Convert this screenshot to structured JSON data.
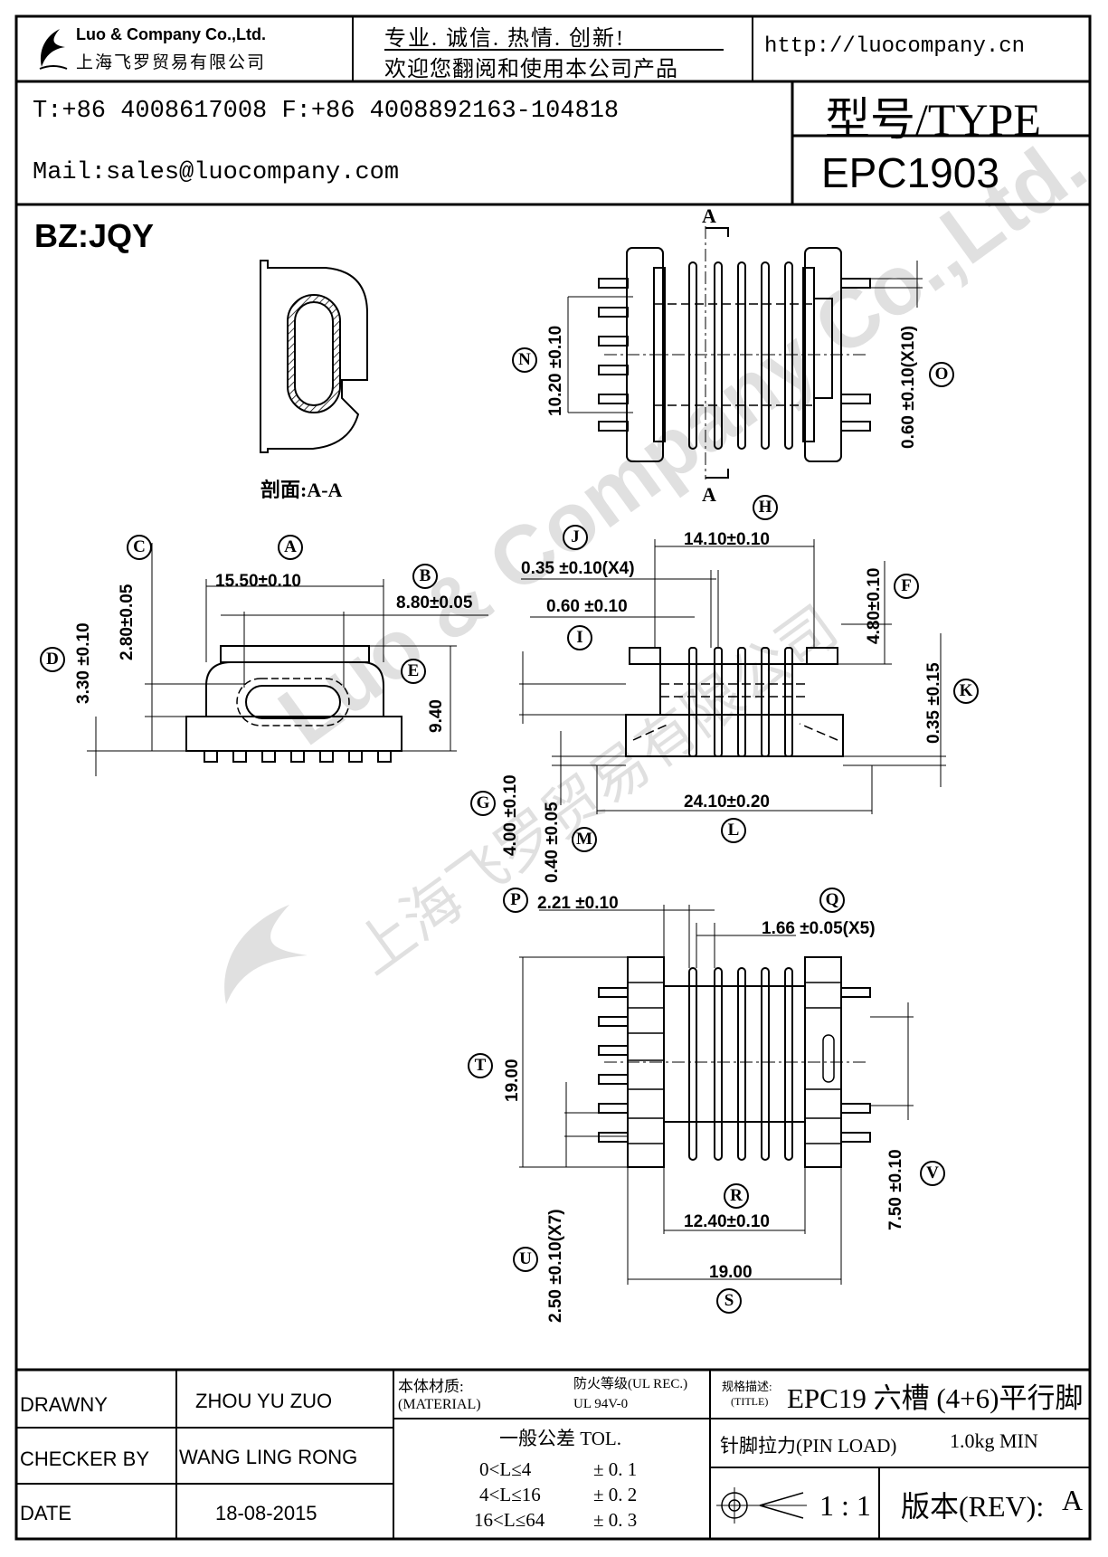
{
  "header": {
    "company_en": "Luo & Company Co.,Ltd.",
    "company_cn": "上海飞罗贸易有限公司",
    "slogan_line1": "专业. 诚信. 热情. 创新!",
    "slogan_line2": "欢迎您翻阅和使用本公司产品",
    "website": "http://luocompany.cn",
    "phone_fax": "T:+86 4008617008 F:+86 4008892163-104818",
    "mail": "Mail:sales@luocompany.com",
    "type_label": "型号/TYPE",
    "type_value": "EPC1903"
  },
  "drawing": {
    "bz": "BZ:JQY",
    "section_caption": "剖面:A-A",
    "section_marker": "A",
    "watermark_en": "Luo & Company Co.,Ltd.",
    "watermark_cn": "上海飞罗贸易有限公司",
    "labels": {
      "A": "A",
      "B": "B",
      "C": "C",
      "D": "D",
      "E": "E",
      "F": "F",
      "G": "G",
      "H": "H",
      "I": "I",
      "J": "J",
      "K": "K",
      "L": "L",
      "M": "M",
      "N": "N",
      "O": "O",
      "P": "P",
      "Q": "Q",
      "R": "R",
      "S": "S",
      "T": "T",
      "U": "U",
      "V": "V"
    },
    "dims": {
      "A": "15.50±0.10",
      "B": "8.80±0.05",
      "C": "2.80±0.05",
      "D": "3.30 ±0.10",
      "E": "9.40",
      "F": "4.80±0.10",
      "G": "4.00 ±0.10",
      "H": "14.10±0.10",
      "I": "0.60 ±0.10",
      "J": "0.35 ±0.10(X4)",
      "K": "0.35 ±0.15",
      "L": "24.10±0.20",
      "M": "0.40 ±0.05",
      "N": "10.20 ±0.10",
      "O": "0.60 ±0.10(X10)",
      "P": "2.21 ±0.10",
      "Q": "1.66 ±0.05(X5)",
      "R": "12.40±0.10",
      "S": "19.00",
      "T": "19.00",
      "U": "2.50 ±0.10(X7)",
      "V": "7.50 ±0.10"
    }
  },
  "titleblock": {
    "drawn_label": "DRAWNY",
    "drawn_value": "ZHOU YU ZUO",
    "checker_label": "CHECKER BY",
    "checker_value": "WANG LING RONG",
    "date_label": "DATE",
    "date_value": "18-08-2015",
    "material_label": "本体材质:",
    "material_en": "(MATERIAL)",
    "fire_label": "防火等级(UL REC.)",
    "fire_value": "UL 94V-0",
    "title_label": "规格描述:",
    "title_en": "(TITLE)",
    "title_value": "EPC19 六槽 (4+6)平行脚",
    "tol_title": "一般公差 TOL.",
    "tol_rows": [
      {
        "range": "0<L≤4",
        "tol": "± 0. 1"
      },
      {
        "range": "4<L≤16",
        "tol": "± 0. 2"
      },
      {
        "range": "16<L≤64",
        "tol": "± 0. 3"
      }
    ],
    "pin_load_label": "针脚拉力(PIN LOAD)",
    "pin_load_value": "1.0kg MIN",
    "scale": "1 : 1",
    "rev_label": "版本(REV):",
    "rev_value": "A"
  }
}
